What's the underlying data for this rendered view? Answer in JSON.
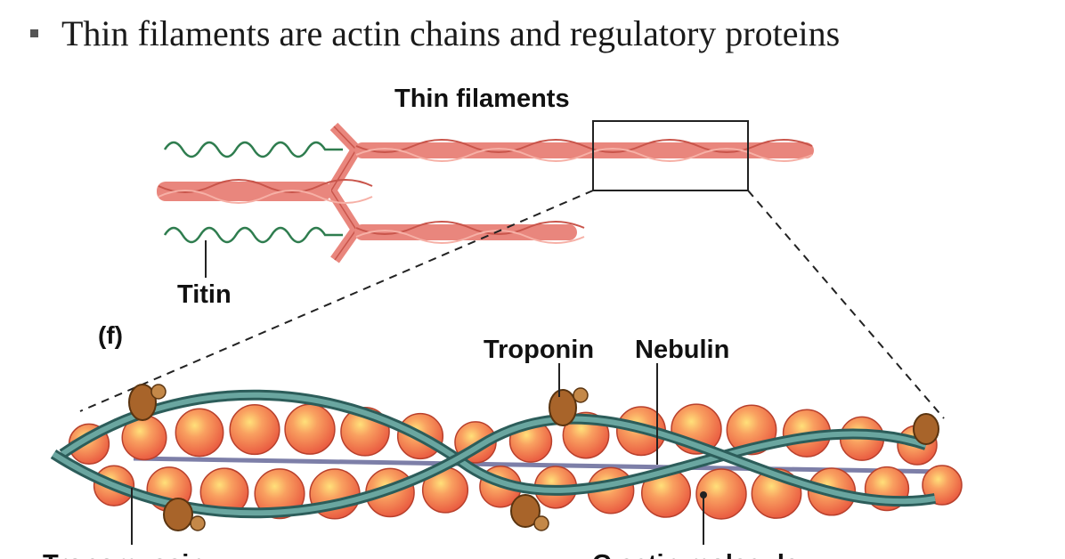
{
  "slide": {
    "bullet": "Thin filaments are actin chains and regulatory proteins"
  },
  "diagram": {
    "labels": {
      "thin_filaments": "Thin filaments",
      "titin": "Titin",
      "panel": "(f)",
      "troponin": "Troponin",
      "nebulin": "Nebulin",
      "tropomyosin": "Tropomyosin",
      "g_actin": "G actin molecule"
    },
    "colors": {
      "filament": "#e9867d",
      "filament_dark": "#c9554b",
      "titin": "#2f7d4f",
      "actin_bead": "#ef6b4f",
      "actin_highlight": "#ffe07a",
      "tropomyosin": "#4f8a86",
      "troponin": "#a8642a",
      "nebulin": "#7d7fa8"
    }
  }
}
